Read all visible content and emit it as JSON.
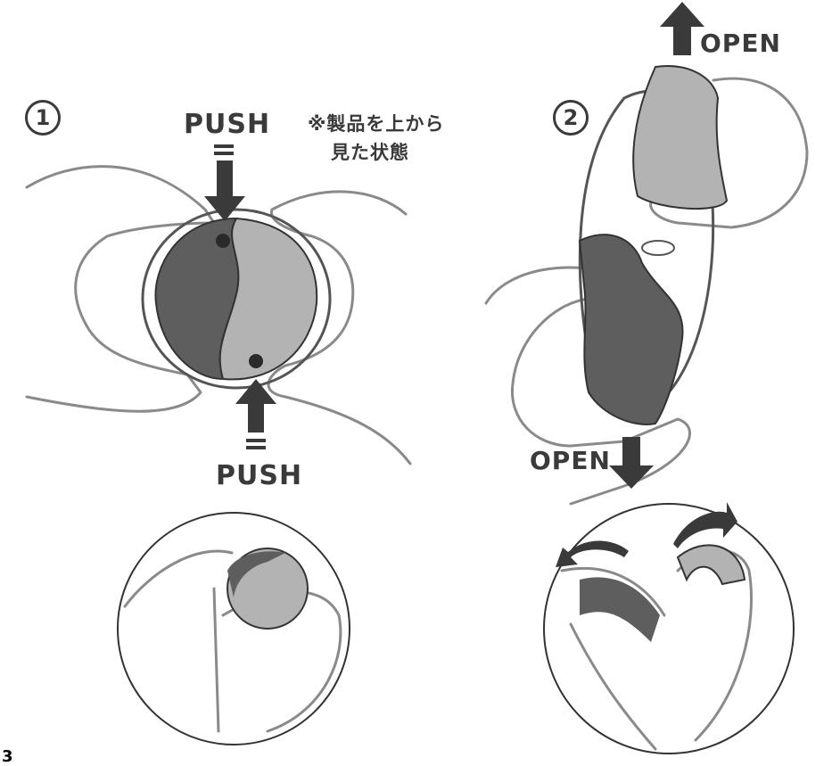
{
  "step1": {
    "number": "1",
    "push_top": "PUSH",
    "push_bottom": "PUSH",
    "note_line1": "※製品を上から",
    "note_line2": "見た状態"
  },
  "step2": {
    "number": "2",
    "open_top": "OPEN",
    "open_bottom": "OPEN"
  },
  "page_number": "3",
  "colors": {
    "dark": "#5e5e5e",
    "light": "#b3b3b3",
    "ink": "#3a3a3a",
    "outline": "#8a8a8a"
  }
}
